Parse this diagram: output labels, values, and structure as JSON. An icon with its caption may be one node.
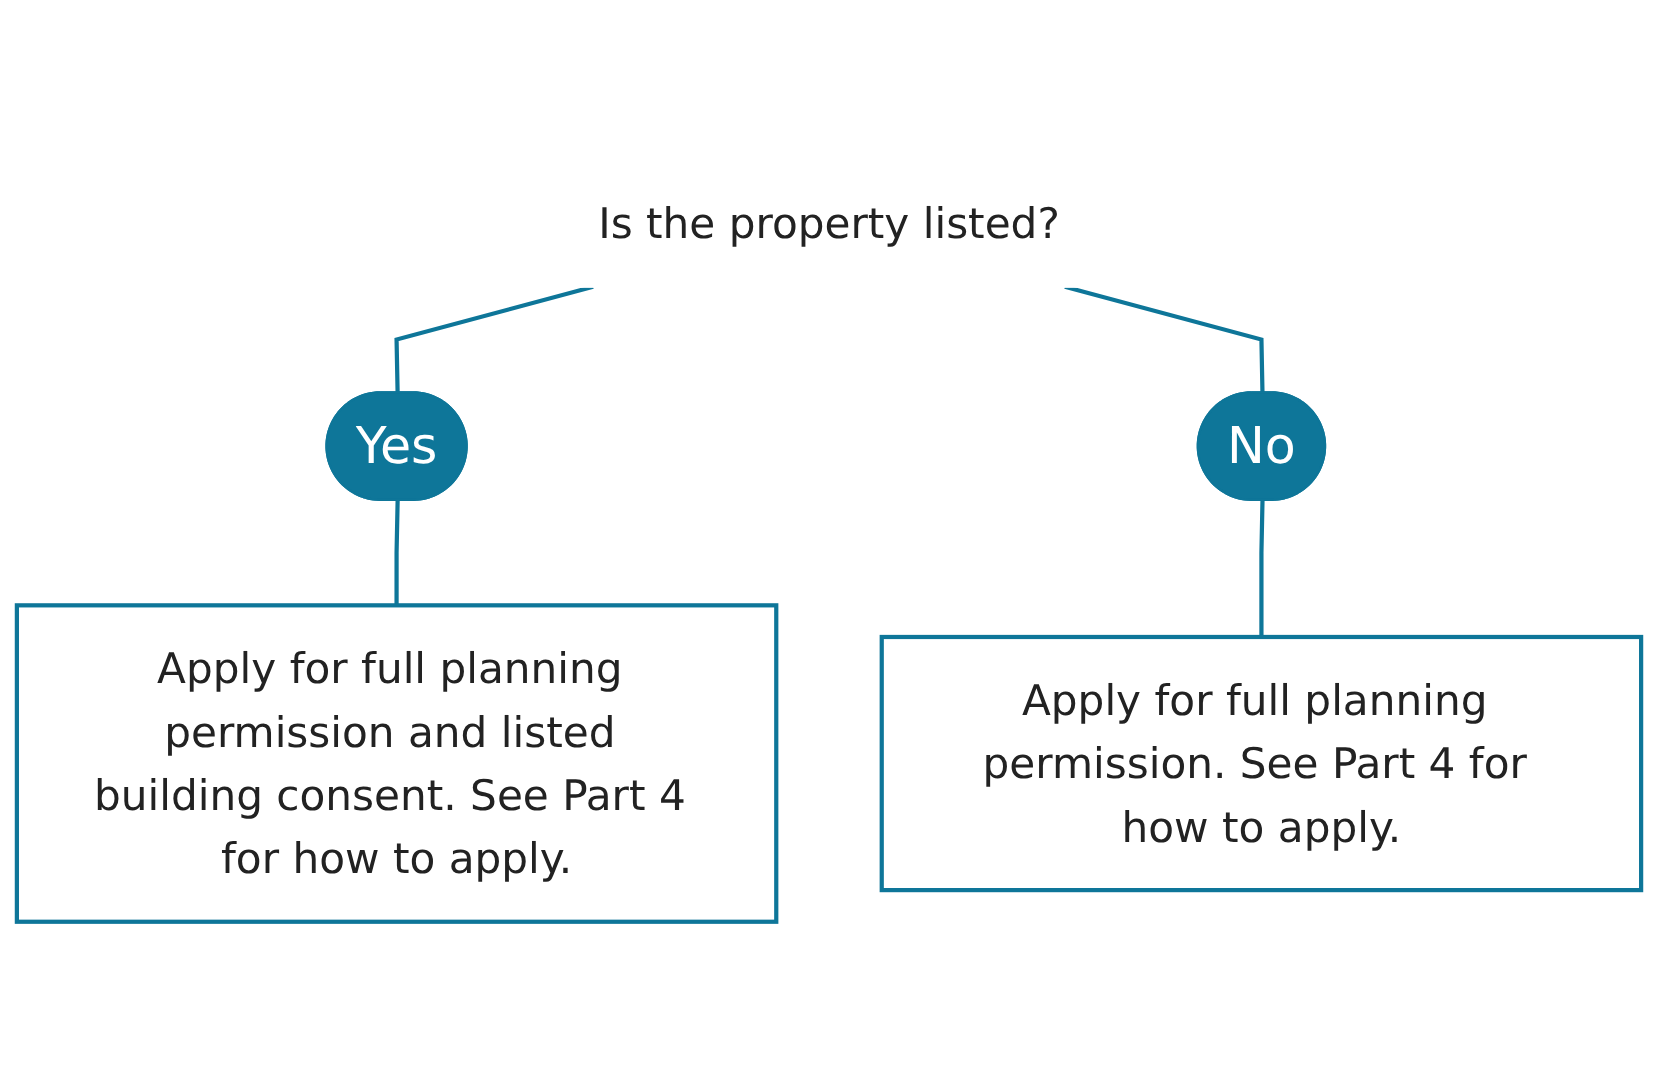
{
  "diagram": {
    "nodes": [
      {
        "text": [
          "Is the property listed?"
        ]
      },
      {
        "text": [
          "Yes"
        ]
      },
      {
        "text": [
          "Apply for full planning permission and listed building consent. See Part 4 for how to apply."
        ]
      },
      {
        "text": [
          "No"
        ]
      },
      {
        "text": [
          "Apply for full planning permission. See Part 4 for how to apply."
        ]
      }
    ],
    "edges": [
      {
        "from": 0,
        "to": 1,
        "arrow": "none"
      },
      {
        "from": 1,
        "to": 2,
        "arrow": "none"
      },
      {
        "from": 0,
        "to": 3,
        "arrow": "none"
      },
      {
        "from": 3,
        "to": 4,
        "arrow": "none"
      }
    ]
  }
}
